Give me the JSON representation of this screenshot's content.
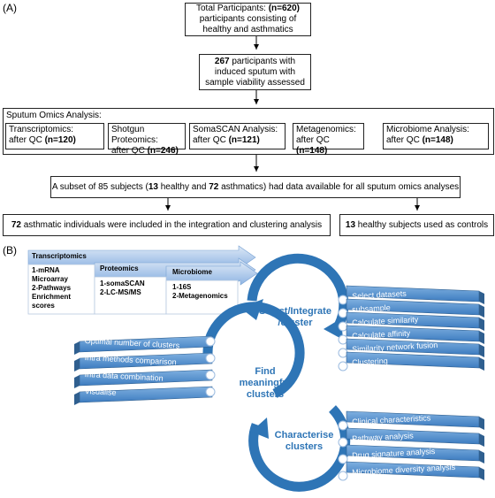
{
  "panel_a": {
    "label": "(A)",
    "total": {
      "line1_prefix": "Total Participants: ",
      "line1_bold": "(n=620)",
      "line2": "participants consisting of",
      "line3": "healthy and asthmatics"
    },
    "sputum": {
      "line1_bold": "267",
      "line1_rest": " participants with",
      "line2": "induced sputum with",
      "line3": "sample viability assessed"
    },
    "omics_header": "Sputum Omics Analysis:",
    "omics": [
      {
        "line1": "Transcriptomics:",
        "line2_prefix": "after QC ",
        "line2_bold": "(n=120)"
      },
      {
        "line1": "Shotgun Proteomics:",
        "line2_prefix": "after QC ",
        "line2_bold": "(n=246)"
      },
      {
        "line1": "SomaSCAN Analysis:",
        "line2_prefix": "after QC ",
        "line2_bold": "(n=121)"
      },
      {
        "line1": "Metagenomics:",
        "line2_prefix": "after QC ",
        "line2_bold": "(n=148)"
      },
      {
        "line1": "Microbiome Analysis:",
        "line2_prefix": "after QC ",
        "line2_bold": "(n=148)"
      }
    ],
    "subset": {
      "t1": "A subset of 85 subjects (",
      "b1": "13",
      "t2": " healthy and ",
      "b2": "72",
      "t3": " asthmatics) had data available for all sputum omics analyses"
    },
    "asthmatic": {
      "bold": "72",
      "rest": " asthmatic individuals were included in the integration and clustering analysis"
    },
    "healthy": {
      "bold": "13",
      "rest": " healthy subjects used as controls"
    }
  },
  "panel_b": {
    "label": "(B)",
    "transcriptomics": {
      "title": "Transcriptomics",
      "l1": "1-mRNA",
      "l2": "Microarray",
      "l3": "2-Pathways",
      "l4": "Enrichment",
      "l5": "scores"
    },
    "proteomics": {
      "title": "Proteomics",
      "l1": "1-somaSCAN",
      "l2": "2-LC-MS/MS"
    },
    "microbiome": {
      "title": "Microbiome",
      "l1": "1-16S",
      "l2": "2-Metagenomics"
    },
    "cycle1": {
      "l1": "Select/Integrate",
      "l2": "/cluster"
    },
    "cycle2": {
      "l1": "Find",
      "l2": "meaningful",
      "l3": "clusters"
    },
    "cycle3": {
      "l1": "Characterise",
      "l2": "clusters"
    },
    "right_top": [
      "Select datasets",
      "subsample",
      "Calculate similarity",
      "Calculate affinity",
      "Similarity network fusion",
      "Clustering"
    ],
    "left_mid": [
      "Optimal number of clusters",
      "Intra methods comparison",
      "Intra data combination",
      "Visualise"
    ],
    "right_bottom": [
      "Clinical characteristics",
      "Pathway analysis",
      "Drug signature analysis",
      "Microbiome diversity analysis"
    ],
    "colors": {
      "blue": "#2e75b6",
      "bar": "#5b9bd5",
      "bar_dark": "#2f5f8f",
      "grad_light": "#dce8f6",
      "grad_dark": "#8eb4e3"
    }
  }
}
